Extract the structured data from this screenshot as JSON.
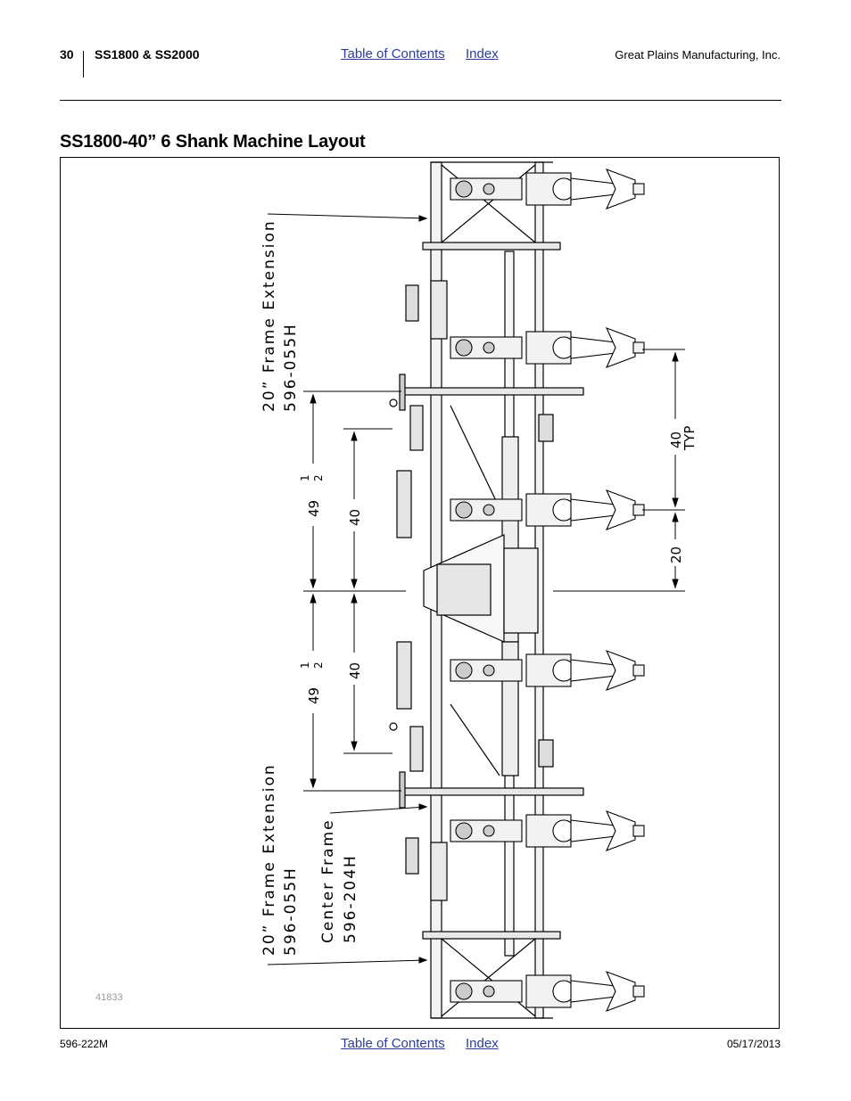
{
  "header": {
    "page_number": "30",
    "doc_title": "SS1800 & SS2000",
    "toc_link": "Table of Contents",
    "index_link": "Index",
    "company": "Great Plains Manufacturing, Inc."
  },
  "section": {
    "title": "SS1800-40” 6 Shank Machine Layout"
  },
  "figure": {
    "label_extension_top_line1": "20” Frame Extension",
    "label_extension_top_line2": "596-055H",
    "label_extension_bottom_line1": "20” Frame Extension",
    "label_extension_bottom_line2": "596-055H",
    "label_center_line1": "Center Frame",
    "label_center_line2": "596-204H",
    "dim_49_upper": "49",
    "dim_49_lower": "49",
    "dim_half_num": "1",
    "dim_half_den": "2",
    "dim_40_upper": "40",
    "dim_40_lower": "40",
    "dim_40_typ": "40",
    "dim_typ": "TYP",
    "dim_20": "20",
    "figure_id": "41833"
  },
  "footer": {
    "doc_number": "596-222M",
    "toc_link": "Table of Contents",
    "index_link": "Index",
    "date": "05/17/2013"
  }
}
